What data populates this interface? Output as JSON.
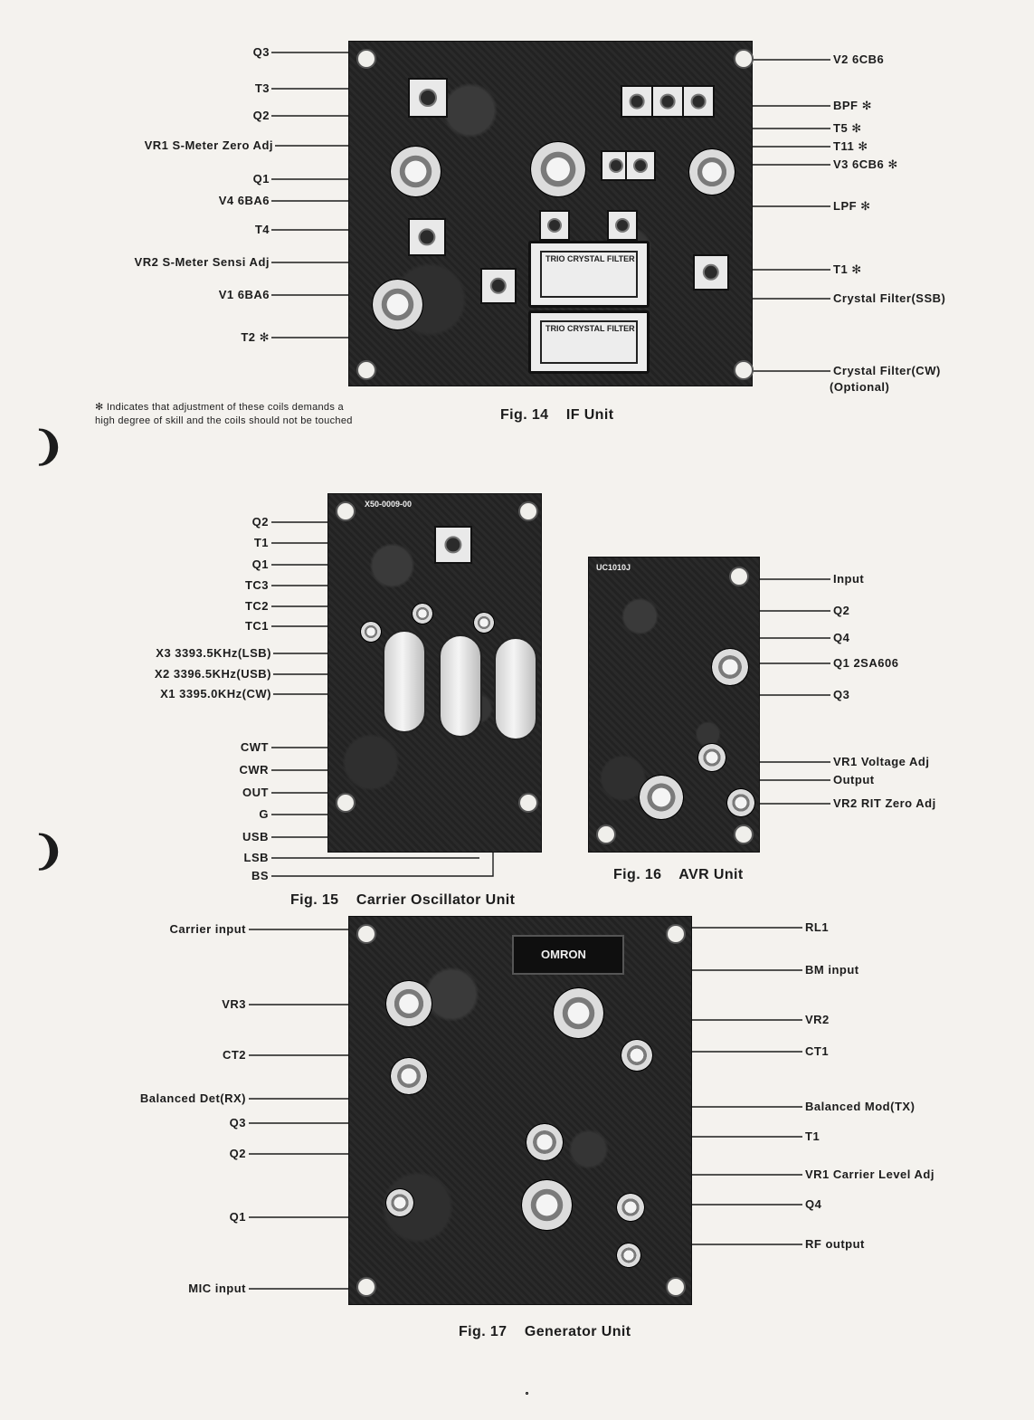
{
  "fig14": {
    "caption": "Fig. 14    IF Unit",
    "note": "✻ Indicates that adjustment of these coils demands a high degree of skill and the coils should not be touched",
    "left_labels": [
      "Q3",
      "T3",
      "Q2",
      "VR1  S-Meter Zero Adj",
      "Q1",
      "V4 6BA6",
      "T4",
      "VR2  S-Meter Sensi Adj",
      "V1 6BA6",
      "T2 ✻"
    ],
    "right_labels": [
      "V2 6CB6",
      "BPF ✻",
      "T5 ✻",
      "T11 ✻",
      "V3 6CB6 ✻",
      "LPF ✻",
      "T1 ✻",
      "Crystal Filter(SSB)",
      "Crystal Filter(CW)",
      "(Optional)"
    ],
    "board_print": {
      "filter_ssb": "TRIO CRYSTAL FILTER",
      "filter_cw": "TRIO CRYSTAL FILTER"
    }
  },
  "fig15": {
    "caption": "Fig. 15    Carrier Oscillator Unit",
    "left_labels": [
      "Q2",
      "T1",
      "Q1",
      "TC3",
      "TC2",
      "TC1",
      "X3  3393.5KHz(LSB)",
      "X2  3396.5KHz(USB)",
      "X1  3395.0KHz(CW)",
      "CWT",
      "CWR",
      "OUT",
      "G",
      "USB",
      "LSB",
      "BS"
    ],
    "board_print": "X50-0009-00"
  },
  "fig16": {
    "caption": "Fig. 16    AVR Unit",
    "right_labels": [
      "Input",
      "Q2",
      "Q4",
      "Q1  2SA606",
      "Q3",
      "VR1 Voltage  Adj",
      "Output",
      "VR2  RIT  Zero  Adj"
    ],
    "board_print": "UC1010J"
  },
  "fig17": {
    "caption": "Fig. 17    Generator Unit",
    "left_labels": [
      "Carrier  input",
      "VR3",
      "CT2",
      "Balanced Det(RX)",
      "Q3",
      "Q2",
      "Q1",
      "MIC  input"
    ],
    "right_labels": [
      "RL1",
      "BM  input",
      "VR2",
      "CT1",
      "Balanced Mod(TX)",
      "T1",
      "VR1 Carrier  Level  Adj",
      "Q4",
      "RF  output"
    ],
    "board_print": "OMRON"
  },
  "margin_marks": [
    "❩",
    "❩"
  ]
}
